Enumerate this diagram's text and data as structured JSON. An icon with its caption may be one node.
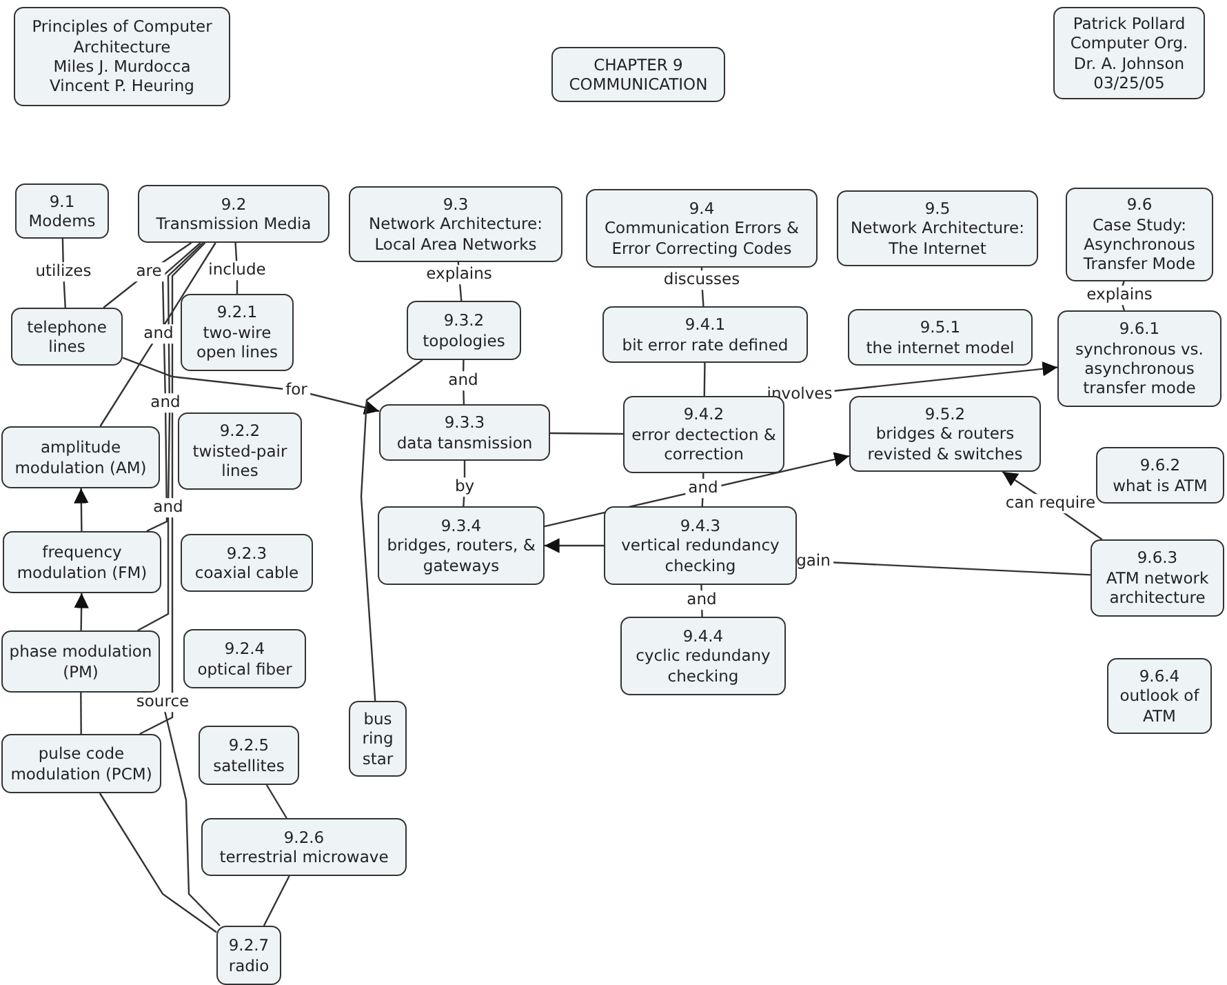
{
  "diagram": {
    "nodes": [
      {
        "text": [
          "Principles of Computer Architecture",
          "Miles J. Murdocca",
          "Vincent P. Heuring"
        ]
      },
      {
        "text": [
          "CHAPTER 9 COMMUNICATION"
        ]
      },
      {
        "text": [
          "Patrick Pollard",
          "Computer Org.",
          "Dr. A. Johnson",
          "03/25/05"
        ]
      },
      {
        "text": [
          "9.1",
          "Modems"
        ]
      },
      {
        "text": [
          "9.2",
          "Transmission Media"
        ]
      },
      {
        "text": [
          "telephone lines"
        ]
      },
      {
        "text": [
          "9.2.1",
          "two-wire open lines"
        ]
      },
      {
        "text": [
          "amplitude modulation (AM)"
        ]
      },
      {
        "text": [
          "9.2.2",
          "twisted-pair lines"
        ]
      },
      {
        "text": [
          "frequency modulation (FM)"
        ]
      },
      {
        "text": [
          "9.2.3",
          "coaxial cable"
        ]
      },
      {
        "text": [
          "phase modulation (PM)"
        ]
      },
      {
        "text": [
          "9.2.4",
          "optical fiber"
        ]
      },
      {
        "text": [
          "pulse code modulation (PCM)"
        ]
      },
      {
        "text": [
          "9.2.5",
          "satellites"
        ]
      },
      {
        "text": [
          "9.2.6",
          "terrestrial microwave"
        ]
      },
      {
        "text": [
          "9.2.7",
          "radio"
        ]
      },
      {
        "text": [
          "9.3",
          "Network Architecture: Local Area Networks"
        ]
      },
      {
        "text": [
          "9.3.2",
          "topologies"
        ]
      },
      {
        "text": [
          "9.3.3",
          "data tansmission"
        ]
      },
      {
        "text": [
          "9.3.4",
          "bridges, routers, & gateways"
        ]
      },
      {
        "text": [
          "bus ring star"
        ]
      },
      {
        "text": [
          "9.4",
          "Communication Errors & Error Correcting Codes"
        ]
      },
      {
        "text": [
          "9.4.1",
          "bit error rate defined"
        ]
      },
      {
        "text": [
          "9.4.2",
          "error dectection & correction"
        ]
      },
      {
        "text": [
          "9.4.3",
          "vertical redundancy checking"
        ]
      },
      {
        "text": [
          "9.4.4",
          "cyclic redundany checking"
        ]
      },
      {
        "text": [
          "9.5",
          "Network Architecture: The Internet"
        ]
      },
      {
        "text": [
          "9.5.1",
          "the internet model"
        ]
      },
      {
        "text": [
          "9.5.2",
          "bridges & routers revisted & switches"
        ]
      },
      {
        "text": [
          "9.6",
          "Case Study: Asynchronous Transfer Mode"
        ]
      },
      {
        "text": [
          "9.6.1",
          "synchronous vs. asynchronous transfer mode"
        ]
      },
      {
        "text": [
          "9.6.2",
          "what is ATM"
        ]
      },
      {
        "text": [
          "9.6.3",
          "ATM network architecture"
        ]
      },
      {
        "text": [
          "9.6.4",
          "outlook of ATM"
        ]
      }
    ],
    "edges": [
      {
        "from": 3,
        "to": 5,
        "label": "utilizes",
        "arrow": "none"
      },
      {
        "from": 4,
        "to": 5,
        "label": "are",
        "arrow": "none"
      },
      {
        "from": 4,
        "to": 6,
        "label": "include",
        "arrow": "none"
      },
      {
        "from": 4,
        "to": 7,
        "label": "and",
        "arrow": "none"
      },
      {
        "from": 4,
        "to": 9,
        "label": "and",
        "arrow": "none"
      },
      {
        "from": 4,
        "to": 11,
        "label": "and",
        "arrow": "none"
      },
      {
        "from": 4,
        "to": 13,
        "arrow": "none"
      },
      {
        "from": 9,
        "to": 7,
        "arrow": "to"
      },
      {
        "from": 11,
        "to": 9,
        "arrow": "to"
      },
      {
        "from": 11,
        "to": 13,
        "arrow": "none"
      },
      {
        "from": 11,
        "to": 16,
        "label": "source",
        "arrow": "none"
      },
      {
        "from": 13,
        "to": 16,
        "arrow": "none"
      },
      {
        "from": 14,
        "to": 15,
        "arrow": "none"
      },
      {
        "from": 15,
        "to": 16,
        "arrow": "none"
      },
      {
        "from": 5,
        "to": 19,
        "label": "for",
        "arrow": "to"
      },
      {
        "from": 17,
        "to": 18,
        "label": "explains",
        "arrow": "none"
      },
      {
        "from": 18,
        "to": 19,
        "label": "and",
        "arrow": "none"
      },
      {
        "from": 18,
        "to": 21,
        "arrow": "none"
      },
      {
        "from": 19,
        "to": 20,
        "label": "by",
        "arrow": "none"
      },
      {
        "from": 19,
        "to": 24,
        "arrow": "none"
      },
      {
        "from": 22,
        "to": 23,
        "label": "discusses",
        "arrow": "none"
      },
      {
        "from": 23,
        "to": 24,
        "arrow": "none"
      },
      {
        "from": 24,
        "to": 31,
        "label": "involves",
        "arrow": "to"
      },
      {
        "from": 24,
        "to": 25,
        "label": "and",
        "arrow": "none"
      },
      {
        "from": 20,
        "to": 29,
        "arrow": "to"
      },
      {
        "from": 25,
        "to": 20,
        "arrow": "to"
      },
      {
        "from": 25,
        "to": 26,
        "label": "and",
        "arrow": "none"
      },
      {
        "from": 33,
        "to": 25,
        "label": "gain",
        "arrow": "none"
      },
      {
        "from": 33,
        "to": 29,
        "label": "can require",
        "arrow": "to"
      },
      {
        "from": 30,
        "to": 31,
        "label": "explains",
        "arrow": "none"
      }
    ]
  }
}
